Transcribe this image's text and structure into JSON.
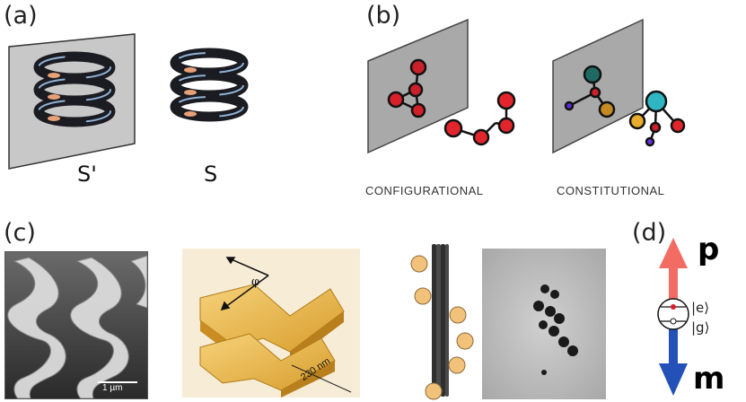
{
  "panels": {
    "a": {
      "label": "(a)",
      "mirror_label": "S'",
      "object_label": "S"
    },
    "b": {
      "label": "(b)",
      "left_caption": "CONFIGURATIONAL",
      "right_caption": "CONSTITUTIONAL"
    },
    "c": {
      "label": "(c)",
      "scale_bar": "1 µm",
      "angle_label": "φ",
      "size_label": "230 nm"
    },
    "d": {
      "label": "(d)",
      "top_vector": "p",
      "bottom_vector": "m",
      "excited_state": "|e⟩",
      "ground_state": "|g⟩"
    }
  },
  "colors": {
    "mirror_gray": "#b8b8b8",
    "atom_red": "#d8202a",
    "p_arrow": "#f26c63",
    "m_arrow": "#2351b8",
    "gold": "#e5b44c"
  }
}
